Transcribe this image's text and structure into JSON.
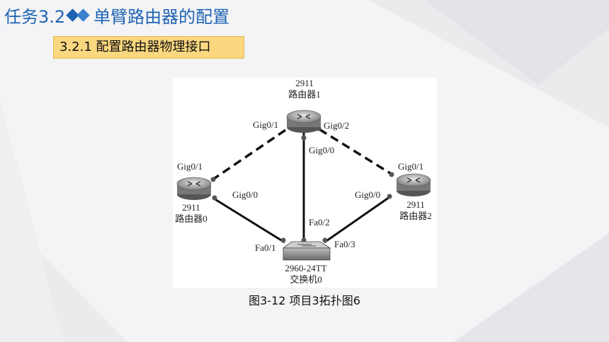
{
  "header": {
    "title_prefix": "任务3.2",
    "title_text": "单臂路由器的配置"
  },
  "section_label": "3.2.1 配置路由器物理接口",
  "topology": {
    "router1": {
      "model": "2911",
      "name": "路由器1",
      "port_left": "Gig0/1",
      "port_right": "Gig0/2",
      "port_down": "Gig0/0"
    },
    "router0": {
      "model": "2911",
      "name": "路由器0",
      "port_up": "Gig0/1",
      "port_down": "Gig0/0"
    },
    "router2": {
      "model": "2911",
      "name": "路由器2",
      "port_up": "Gig0/1",
      "port_down": "Gig0/0"
    },
    "switch0": {
      "model": "2960-24TT",
      "name": "交换机0",
      "port_left": "Fa0/1",
      "port_up": "Fa0/2",
      "port_right": "Fa0/3"
    }
  },
  "caption": "图3-12 项目3拓扑图6",
  "colors": {
    "title": "#1d63b4",
    "label_bg": "#fbd77f",
    "link": "#111111"
  }
}
